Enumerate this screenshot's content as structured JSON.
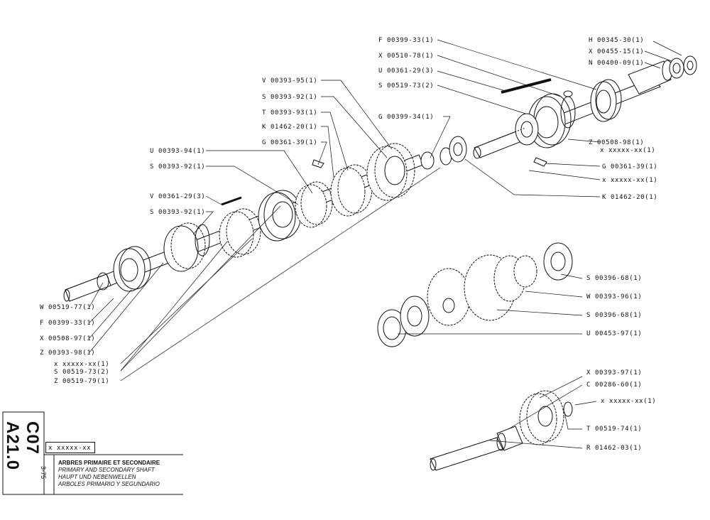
{
  "title_block": {
    "drawing_code": "C07 A21.0",
    "date": "3-75",
    "box_text": "x xxxxx-xx",
    "title_fr": "ARBRES PRIMAIRE ET SECONDAIRE",
    "title_en": "PRIMARY AND SECONDARY SHAFT",
    "title_de": "HAUPT UND NEBENWELLEN",
    "title_es": "ARBOLES PRIMARIO Y SEGUNDARIO"
  },
  "labels": {
    "l01": "F 00399-33(1)",
    "l02": "X 00510-78(1)",
    "l03": "U 00361-29(3)",
    "l04": "S 00519-73(2)",
    "l05": "G 00399-34(1)",
    "l06": "H 00345-30(1)",
    "l07": "X 00455-15(1)",
    "l08": "N 00400-09(1)",
    "l09": "Z 00508-98(1)",
    "l10": "x xxxxx-xx(1)",
    "l11": "G 00361-39(1)",
    "l12": "x xxxxx-xx(1)",
    "l13": "K 01462-20(1)",
    "l14": "V 00393-95(1)",
    "l15": "S 00393-92(1)",
    "l16": "T 00393-93(1)",
    "l17": "K 01462-20(1)",
    "l18": "G 00361-39(1)",
    "l19": "U 00393-94(1)",
    "l20": "S 00393-92(1)",
    "l21": "V 00361-29(3)",
    "l22": "S 00393-92(1)",
    "l23": "W 00519-77(1)",
    "l24": "F 00399-33(1)",
    "l25": "X 00508-97(1)",
    "l26": "Z 00393-98(1)",
    "l27": "x xxxxx-xx(1)",
    "l28": "S 00519-73(2)",
    "l29": "Z 00519-79(1)",
    "l30": "S 00396-68(1)",
    "l31": "W 00393-96(1)",
    "l32": "S 00396-68(1)",
    "l33": "U 00453-97(1)",
    "l34": "X 00393-97(1)",
    "l35": "C 00286-60(1)",
    "l36": "x xxxxx-xx(1)",
    "l37": "T 00519-74(1)",
    "l38": "R 01462-03(1)"
  }
}
